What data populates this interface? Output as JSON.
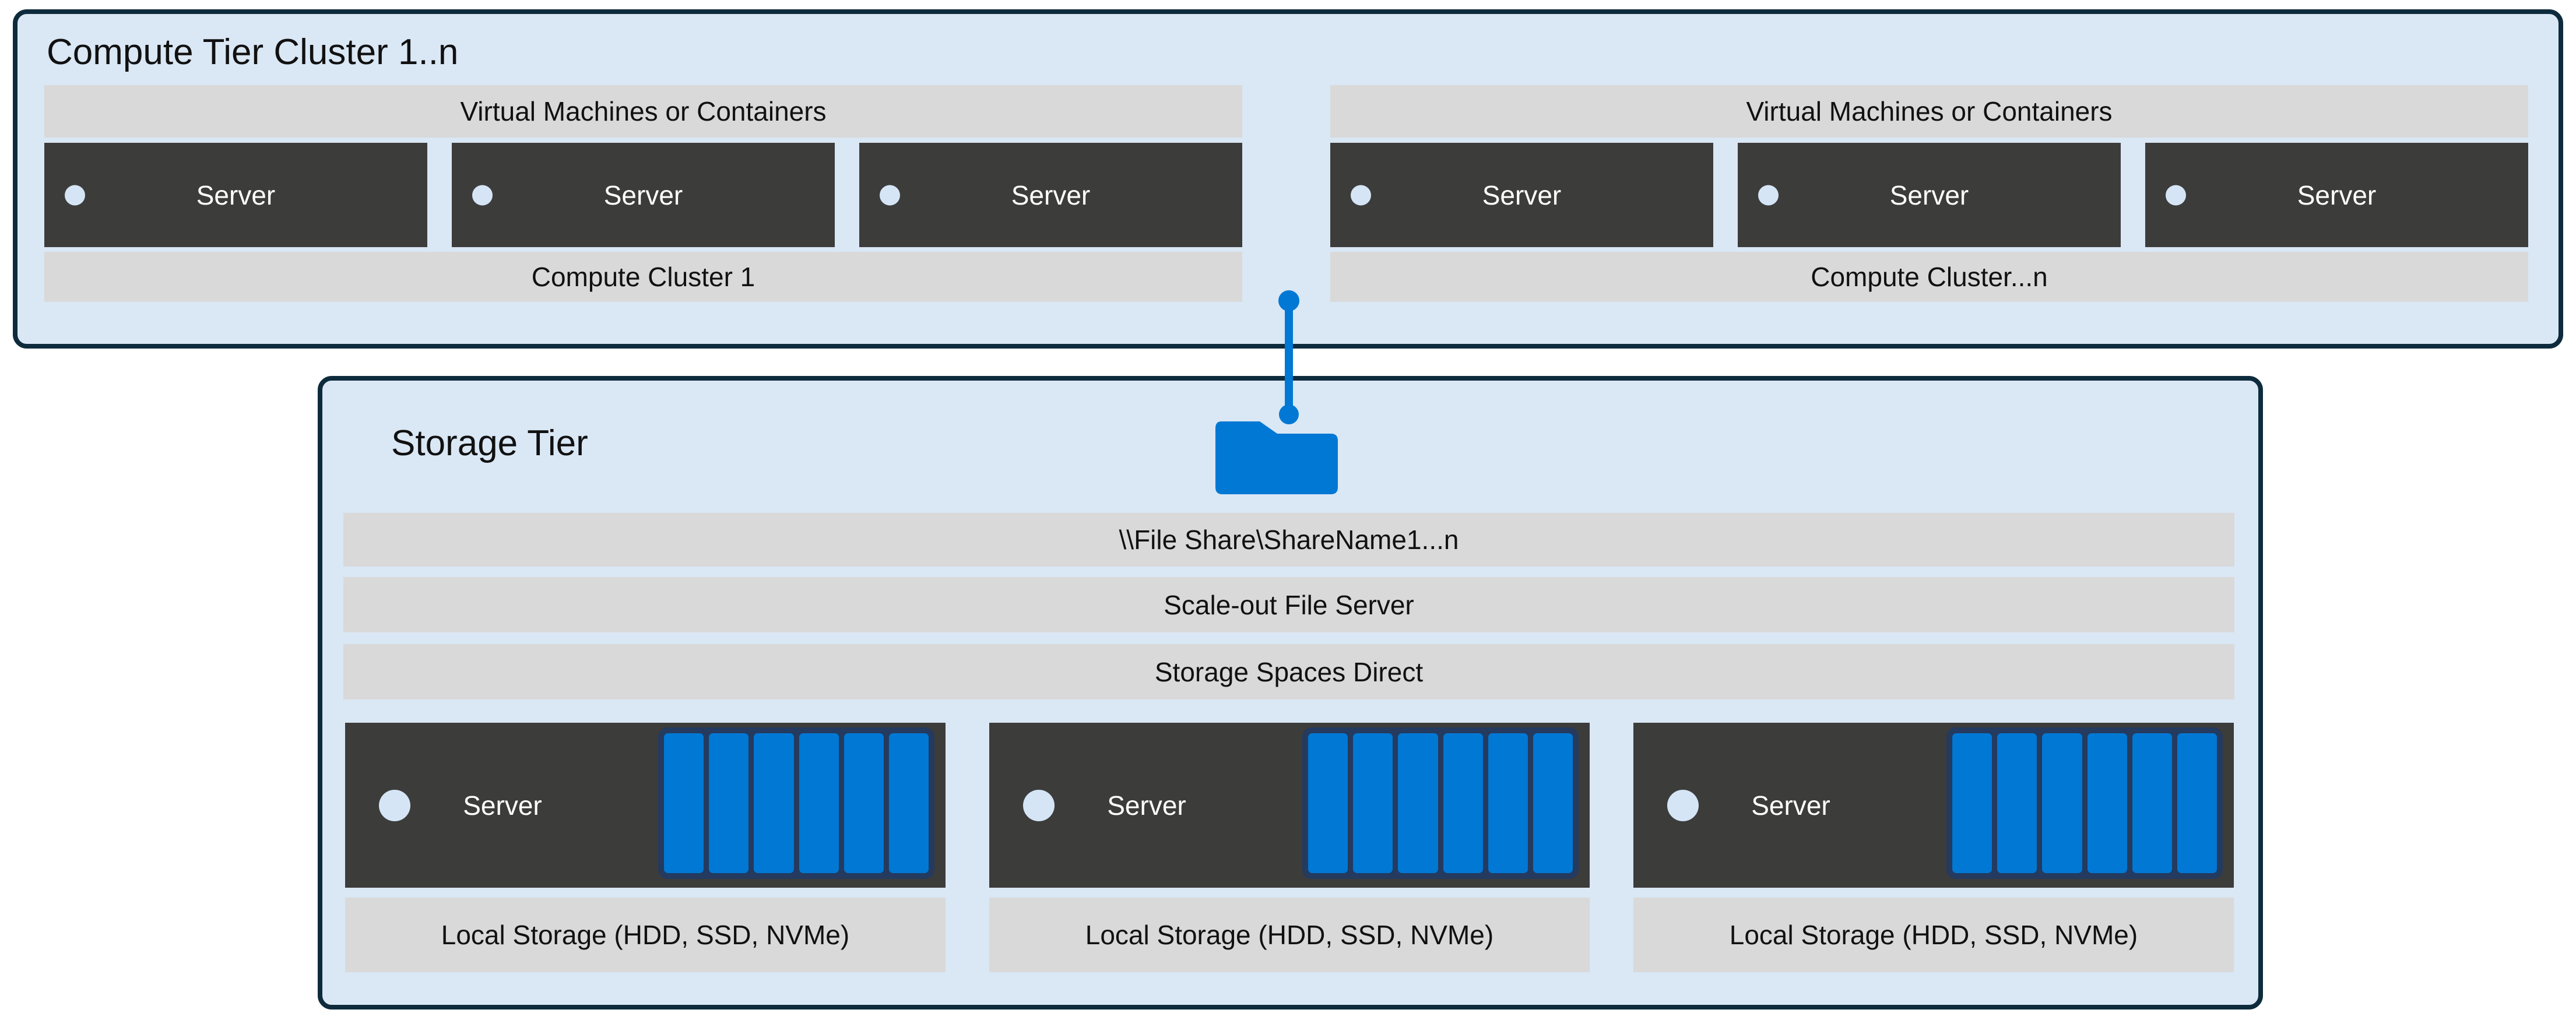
{
  "compute_tier": {
    "title": "Compute Tier Cluster 1..n",
    "clusters": [
      {
        "header": "Virtual Machines or Containers",
        "servers": [
          "Server",
          "Server",
          "Server"
        ],
        "footer": "Compute Cluster 1"
      },
      {
        "header": "Virtual Machines or Containers",
        "servers": [
          "Server",
          "Server",
          "Server"
        ],
        "footer": "Compute Cluster...n"
      }
    ]
  },
  "storage_tier": {
    "title": "Storage Tier",
    "layers": [
      "\\\\File Share\\ShareName1...n",
      "Scale-out File Server",
      "Storage Spaces Direct"
    ],
    "servers": [
      {
        "label": "Server",
        "disk_count": 6,
        "local_storage": "Local Storage (HDD, SSD, NVMe)"
      },
      {
        "label": "Server",
        "disk_count": 6,
        "local_storage": "Local Storage (HDD, SSD, NVMe)"
      },
      {
        "label": "Server",
        "disk_count": 6,
        "local_storage": "Local Storage (HDD, SSD, NVMe)"
      }
    ]
  },
  "icons": {
    "folder": "folder-icon",
    "connector": "compute-to-storage-connector",
    "server_led": "led-dot-icon",
    "disk": "disk-bar-icon"
  },
  "colors": {
    "canvas_bg": "#ffffff",
    "tier_fill": "#dae7f5",
    "tier_border": "#0d2b3c",
    "bar_fill": "#d9d9d9",
    "server_fill": "#3c3c3b",
    "server_text": "#ffffff",
    "label_text": "#111111",
    "accent_blue": "#0078d4",
    "disk_frame": "#243a5e",
    "led_dot": "#d5e5f6"
  }
}
